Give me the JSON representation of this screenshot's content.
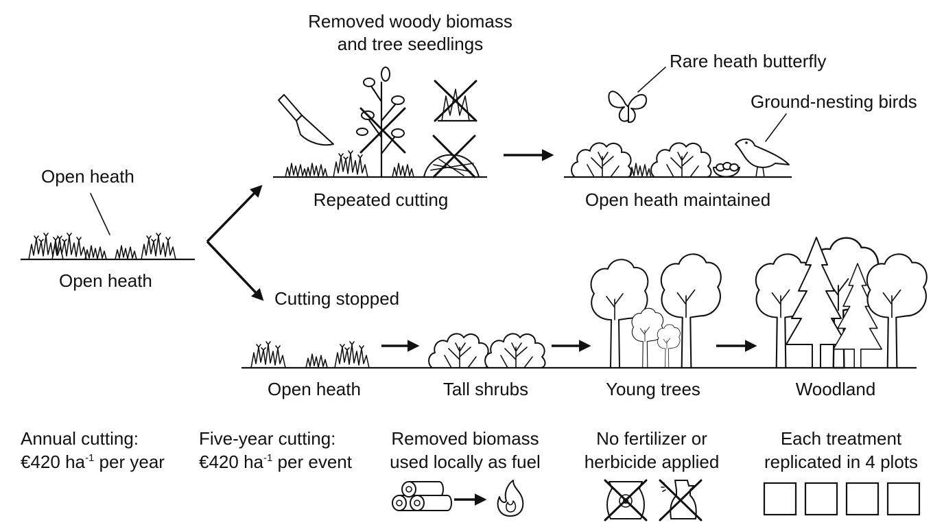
{
  "labels": {
    "open_heath_top": "Open heath",
    "open_heath_start": "Open heath",
    "removed_biomass_line1": "Removed woody biomass",
    "removed_biomass_line2": "and tree seedlings",
    "repeated_cutting": "Repeated cutting",
    "rare_butterfly": "Rare heath butterfly",
    "ground_nesting_birds": "Ground-nesting birds",
    "open_heath_maintained": "Open heath maintained",
    "cutting_stopped": "Cutting stopped",
    "succession_open_heath": "Open heath",
    "tall_shrubs": "Tall shrubs",
    "young_trees": "Young trees",
    "woodland": "Woodland"
  },
  "notes": {
    "annual": {
      "line1": "Annual cutting:",
      "prefix": "€420 ha",
      "sup": "-1",
      "suffix": " per year"
    },
    "five_year": {
      "line1": "Five-year cutting:",
      "prefix": "€420 ha",
      "sup": "-1",
      "suffix": " per event"
    },
    "biomass": {
      "line1": "Removed biomass",
      "line2": "used locally as fuel"
    },
    "no_chem": {
      "line1": "No fertilizer or",
      "line2": "herbicide applied"
    },
    "replication": {
      "line1": "Each treatment",
      "line2": "replicated in 4 plots",
      "plots": 4
    }
  }
}
